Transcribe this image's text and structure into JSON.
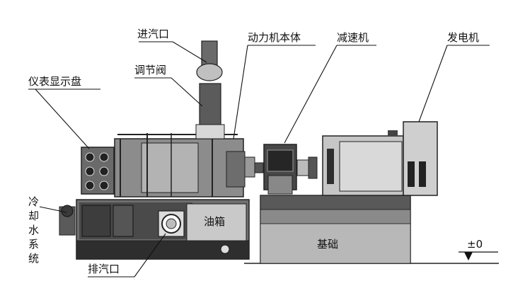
{
  "labels": {
    "steam_inlet": "进汽口",
    "power_body": "动力机本体",
    "reducer": "减速机",
    "generator": "发电机",
    "control_valve": "调节阀",
    "instrument_panel": "仪表显示盘",
    "cooling_water_system": "冷却水系统",
    "oil_tank": "油箱",
    "foundation": "基础",
    "steam_exhaust": "排汽口",
    "ground_level": "±0"
  },
  "colors": {
    "dark": "#2a2a2a",
    "mid": "#6d6d6d",
    "light": "#b9b9b9",
    "pale": "#dcdcdc",
    "line": "#111111"
  }
}
